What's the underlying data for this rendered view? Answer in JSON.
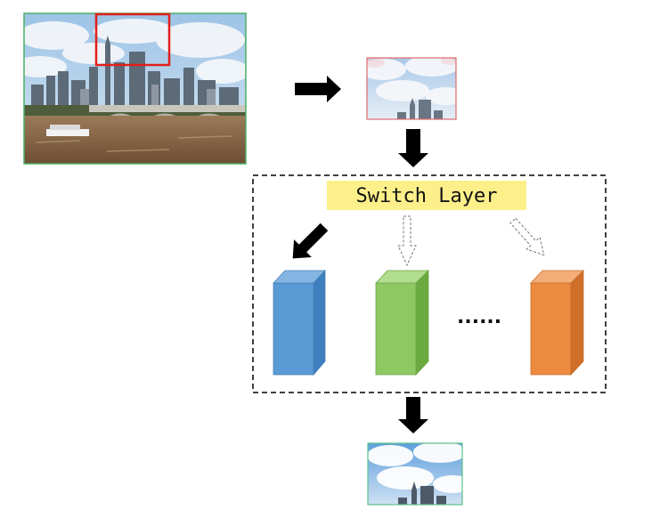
{
  "diagram": {
    "switch_layer": {
      "label": "Switch Layer",
      "fill": "#fdf08a"
    },
    "ellipsis": "......",
    "colors": {
      "input_border": "#4caf66",
      "crop_box": "#e0201a",
      "crop_border": "#e06a6a",
      "output_border": "#5ac28a",
      "arrow": "#000000",
      "blocks": [
        "#5b9bd5",
        "#8dc863",
        "#ec8a3f"
      ]
    },
    "blocks": [
      {
        "name": "blue-block",
        "selected": true
      },
      {
        "name": "green-block",
        "selected": false
      },
      {
        "name": "orange-block",
        "selected": false
      }
    ]
  }
}
